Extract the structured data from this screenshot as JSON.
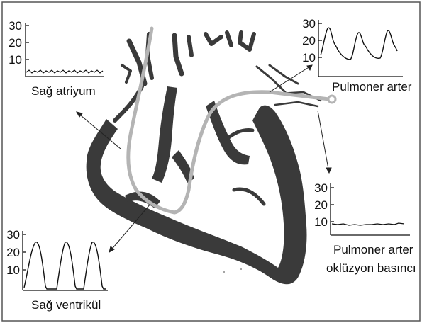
{
  "colors": {
    "heart_wall": "#3a3a3a",
    "catheter": "#b4b4b4",
    "line": "#111111",
    "frame": "#555555",
    "background": "#ffffff"
  },
  "panels": {
    "right_atrium": {
      "label": "Sağ atriyum",
      "ticks": [
        "30",
        "20",
        "10"
      ],
      "tick_values": [
        30,
        20,
        10
      ],
      "waveform": "flat",
      "level": 2
    },
    "pulmonary_artery": {
      "label": "Pulmoner arter",
      "ticks": [
        "30",
        "20",
        "10"
      ],
      "tick_values": [
        30,
        20,
        10
      ],
      "waveform": "peaks",
      "systolic": 25,
      "diastolic": 8
    },
    "wedge": {
      "label_line1": "Pulmoner arter",
      "label_line2": "oklüzyon basıncı",
      "ticks": [
        "30",
        "20",
        "10"
      ],
      "tick_values": [
        30,
        20,
        10
      ],
      "waveform": "flat",
      "level": 8
    },
    "right_ventricle": {
      "label": "Sağ ventrikül",
      "ticks": [
        "30",
        "20",
        "10"
      ],
      "tick_values": [
        30,
        20,
        10
      ],
      "waveform": "peaks",
      "systolic": 27,
      "diastolic": 0
    }
  }
}
